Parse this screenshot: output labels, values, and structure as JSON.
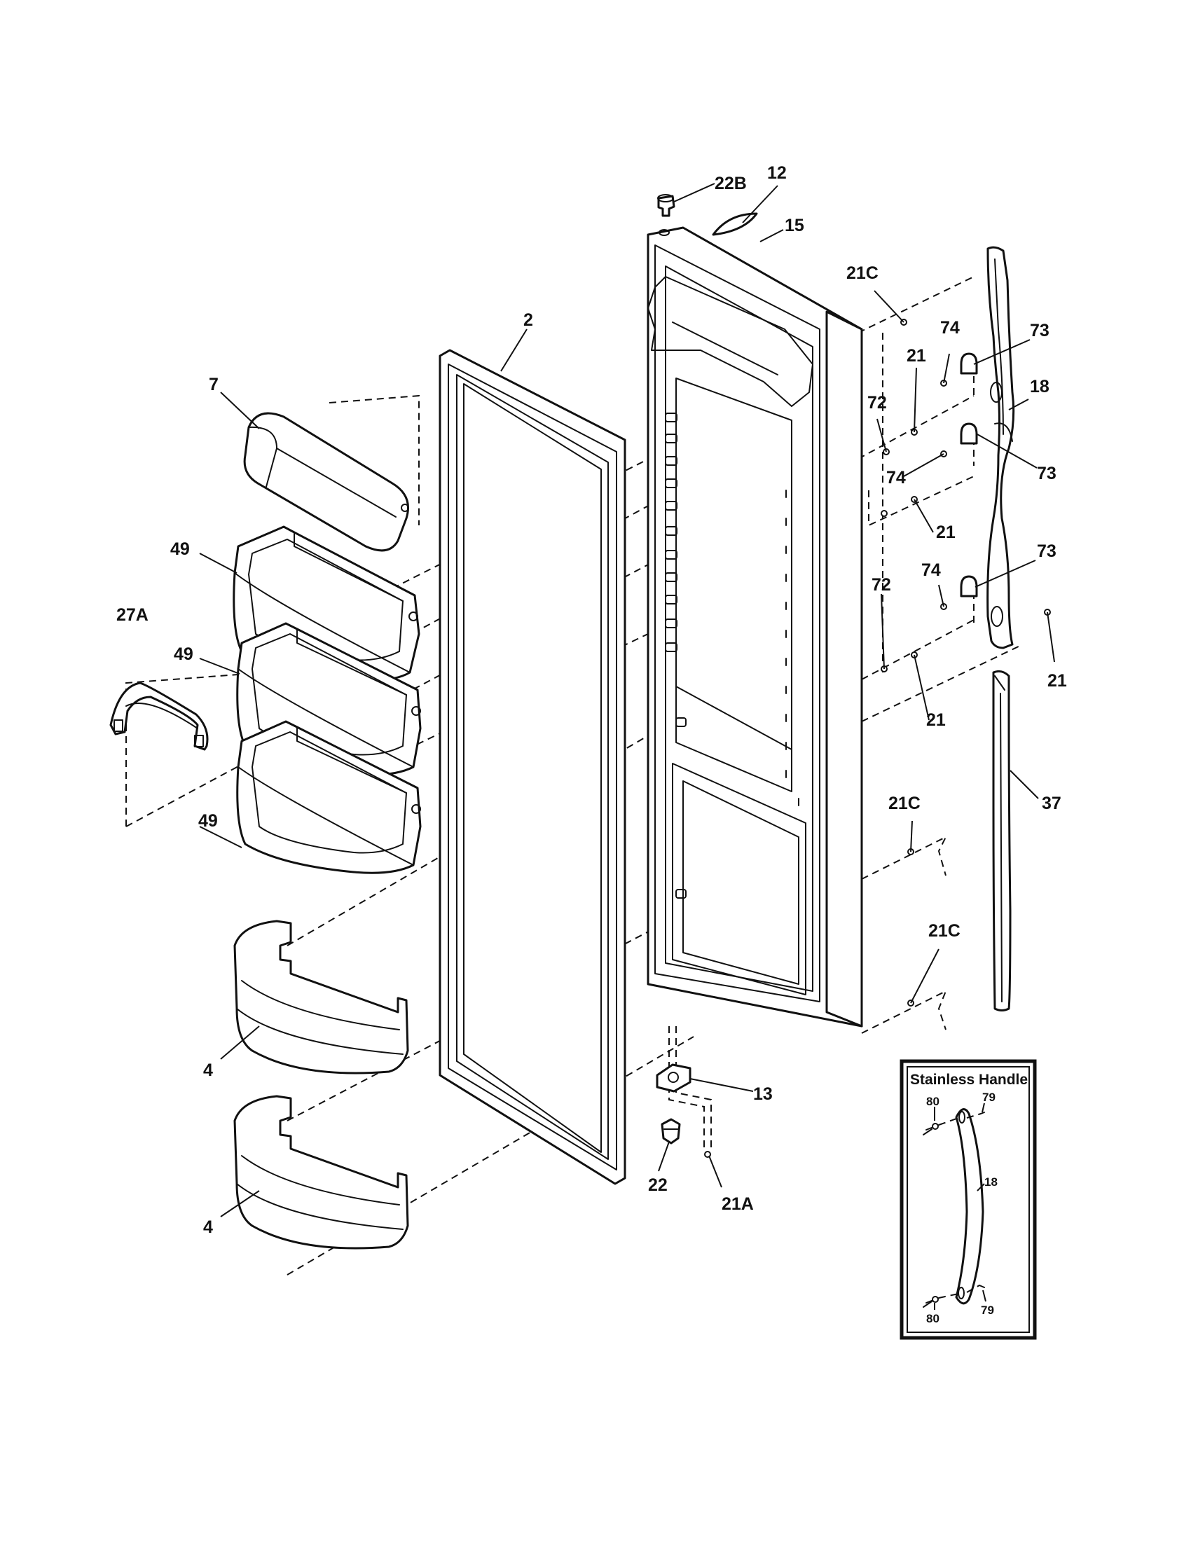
{
  "labels": {
    "p22B": "22B",
    "p12": "12",
    "p15": "15",
    "p2": "2",
    "p7": "7",
    "p49a": "49",
    "p49b": "49",
    "p49c": "49",
    "p27A": "27A",
    "p4a": "4",
    "p4b": "4",
    "p21Ca": "21C",
    "p21Cb": "21C",
    "p21Cc": "21C",
    "p74a": "74",
    "p74b": "74",
    "p74c": "74",
    "p73a": "73",
    "p73b": "73",
    "p73c": "73",
    "p18": "18",
    "p72a": "72",
    "p72b": "72",
    "p21a": "21",
    "p21b": "21",
    "p21c": "21",
    "p21d": "21",
    "p37": "37",
    "p13": "13",
    "p22": "22",
    "p21A": "21A"
  },
  "inset": {
    "title": "Stainless Handle",
    "p80a": "80",
    "p79a": "79",
    "p18": "18",
    "p80b": "80",
    "p79b": "79"
  },
  "colors": {
    "ink": "#111111",
    "paper": "#ffffff"
  }
}
